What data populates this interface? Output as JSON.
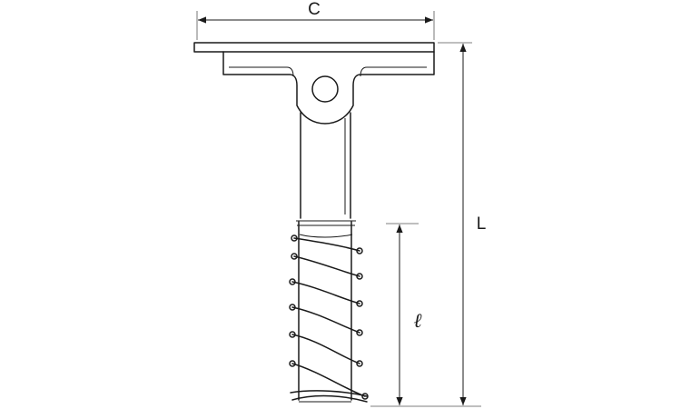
{
  "labels": {
    "c": "C",
    "L": "L",
    "l": "ℓ"
  }
}
